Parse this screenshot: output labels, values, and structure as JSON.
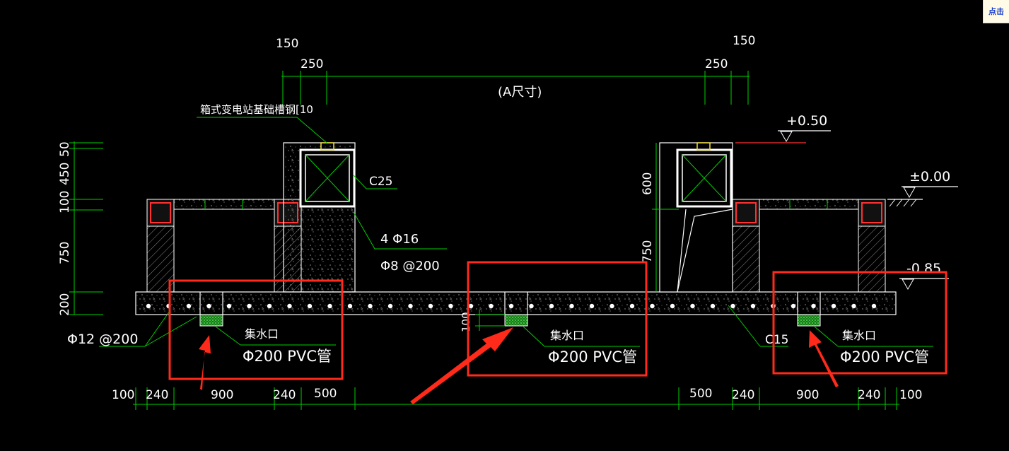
{
  "corner_link": "点击",
  "top_dims": {
    "left_150": "150",
    "left_250": "250",
    "center": "(A尺寸)",
    "right_250": "250",
    "right_150": "150"
  },
  "labels": {
    "channel_steel": "箱式变电站基础槽钢[10",
    "concrete_c25": "C25",
    "rebar_4phi16": "4 Φ16",
    "stirrup": "Φ8 @200",
    "concrete_c15": "C15",
    "slab_rebar": "Φ12 @200",
    "elev_top": "+0.50",
    "elev_zero": "±0.00",
    "elev_bottom": "-0.85",
    "sump_left": "集水口",
    "pvc_left": "Φ200 PVC管",
    "sump_mid": "集水口",
    "pvc_mid": "Φ200 PVC管",
    "sump_right": "集水口",
    "pvc_right": "Φ200 PVC管",
    "dim_100_sump": "100"
  },
  "left_dims": [
    "50",
    "450",
    "100",
    "750",
    "200"
  ],
  "right_inner_dims": [
    "600",
    "750"
  ],
  "bottom_dims": [
    "100",
    "240",
    "900",
    "240",
    "500",
    "500",
    "240",
    "900",
    "240",
    "100"
  ],
  "colors": {
    "background": "#000000",
    "dimension": "#00d000",
    "outline": "#ffffff",
    "highlight": "#ff2a1a",
    "sump": "#2fbf2f"
  }
}
